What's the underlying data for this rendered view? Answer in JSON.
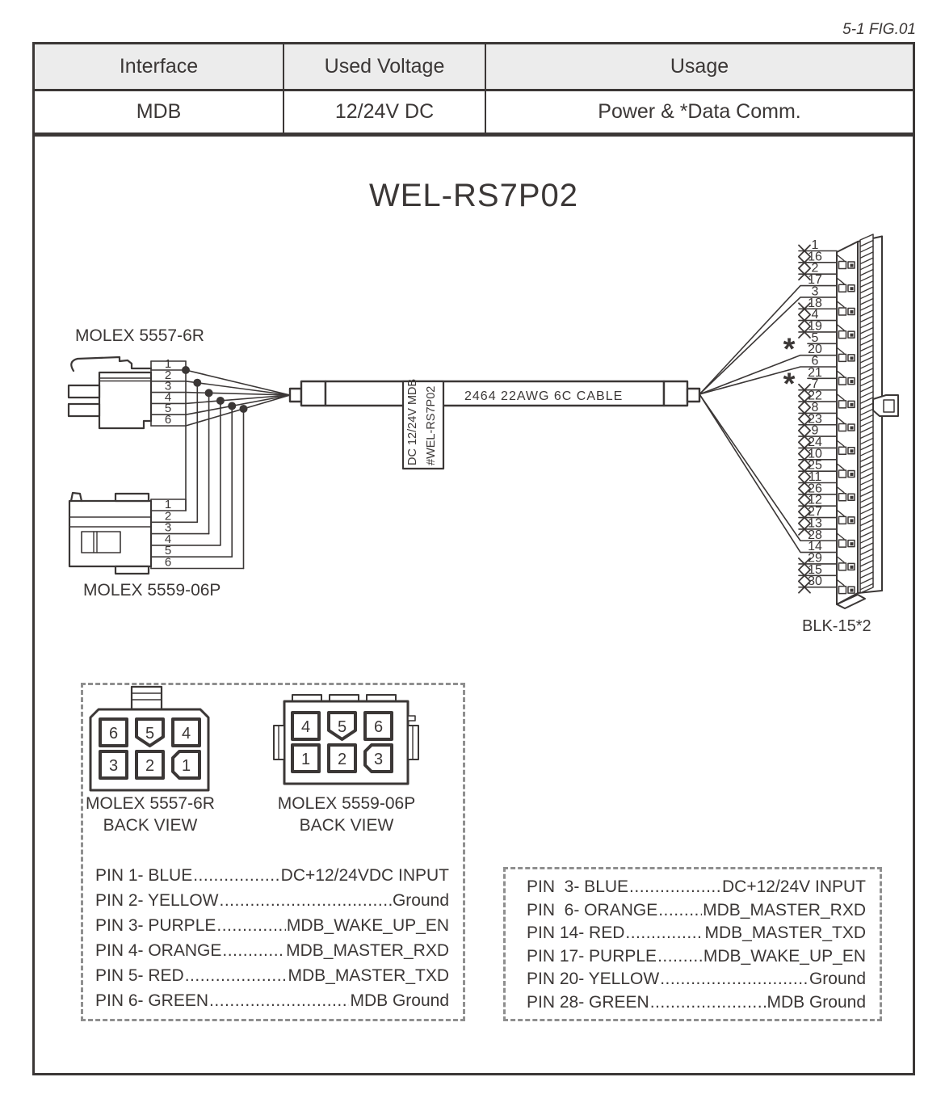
{
  "fig_label": "5-1 FIG.01",
  "table": {
    "headers": [
      "Interface",
      "Used Voltage",
      "Usage"
    ],
    "row": [
      "MDB",
      "12/24V DC",
      "Power & *Data Comm."
    ]
  },
  "title": "WEL-RS7P02",
  "diagram": {
    "left_connector": {
      "label": "MOLEX 5557-6R",
      "pins": [
        "1",
        "2",
        "3",
        "4",
        "5",
        "6"
      ]
    },
    "bottom_connector": {
      "label": "MOLEX 5559-06P",
      "pins": [
        "1",
        "2",
        "3",
        "4",
        "5",
        "6"
      ]
    },
    "cable": {
      "tag_line1": "DC 12/24V MDB",
      "tag_line2": "#WEL-RS7P02",
      "label": "2464  22AWG 6C CABLE"
    },
    "right_connector": {
      "label": "BLK-15*2",
      "rows": [
        {
          "pin": "1",
          "mark": "nc"
        },
        {
          "pin": "16",
          "mark": "nc"
        },
        {
          "pin": "2",
          "mark": "nc"
        },
        {
          "pin": "17",
          "mark": "wire"
        },
        {
          "pin": "3",
          "mark": "wire"
        },
        {
          "pin": "18",
          "mark": "nc"
        },
        {
          "pin": "4",
          "mark": "nc"
        },
        {
          "pin": "19",
          "mark": "nc"
        },
        {
          "pin": "5",
          "mark": "star"
        },
        {
          "pin": "20",
          "mark": "wire"
        },
        {
          "pin": "6",
          "mark": "wire"
        },
        {
          "pin": "21",
          "mark": "star"
        },
        {
          "pin": "7",
          "mark": "nc"
        },
        {
          "pin": "22",
          "mark": "nc"
        },
        {
          "pin": "8",
          "mark": "nc"
        },
        {
          "pin": "23",
          "mark": "nc"
        },
        {
          "pin": "9",
          "mark": "nc"
        },
        {
          "pin": "24",
          "mark": "nc"
        },
        {
          "pin": "10",
          "mark": "nc"
        },
        {
          "pin": "25",
          "mark": "nc"
        },
        {
          "pin": "11",
          "mark": "nc"
        },
        {
          "pin": "26",
          "mark": "nc"
        },
        {
          "pin": "12",
          "mark": "nc"
        },
        {
          "pin": "27",
          "mark": "nc"
        },
        {
          "pin": "13",
          "mark": "nc"
        },
        {
          "pin": "28",
          "mark": "wire"
        },
        {
          "pin": "14",
          "mark": "wire"
        },
        {
          "pin": "29",
          "mark": "nc"
        },
        {
          "pin": "15",
          "mark": "nc"
        },
        {
          "pin": "30",
          "mark": "nc"
        }
      ]
    }
  },
  "backviews": {
    "molex5557": {
      "title": "MOLEX 5557-6R",
      "subtitle": "BACK VIEW",
      "top_row": [
        "6",
        "5",
        "4"
      ],
      "bottom_row": [
        "3",
        "2",
        "1"
      ]
    },
    "molex5559": {
      "title": "MOLEX 5559-06P",
      "subtitle": "BACK VIEW",
      "top_row": [
        "4",
        "5",
        "6"
      ],
      "bottom_row": [
        "1",
        "2",
        "3"
      ]
    }
  },
  "pin_lists": {
    "left": [
      {
        "pin": "PIN 1- BLUE",
        "signal": "DC+12/24VDC INPUT"
      },
      {
        "pin": "PIN 2- YELLOW",
        "signal": "Ground"
      },
      {
        "pin": "PIN 3- PURPLE",
        "signal": "MDB_WAKE_UP_EN"
      },
      {
        "pin": "PIN 4- ORANGE",
        "signal": "MDB_MASTER_RXD"
      },
      {
        "pin": "PIN 5- RED",
        "signal": "MDB_MASTER_TXD"
      },
      {
        "pin": "PIN 6- GREEN",
        "signal": "MDB Ground"
      }
    ],
    "right": [
      {
        "pin": "PIN  3- BLUE",
        "signal": "DC+12/24V INPUT"
      },
      {
        "pin": "PIN  6- ORANGE",
        "signal": "MDB_MASTER_RXD"
      },
      {
        "pin": "PIN 14- RED",
        "signal": "MDB_MASTER_TXD"
      },
      {
        "pin": "PIN 17- PURPLE",
        "signal": "MDB_WAKE_UP_EN"
      },
      {
        "pin": "PIN 20- YELLOW",
        "signal": "Ground"
      },
      {
        "pin": "PIN 28- GREEN",
        "signal": "MDB Ground"
      }
    ]
  },
  "colors": {
    "ink": "#3b3736",
    "table_header_bg": "#ececec",
    "dash_border": "#8f8f8f"
  }
}
